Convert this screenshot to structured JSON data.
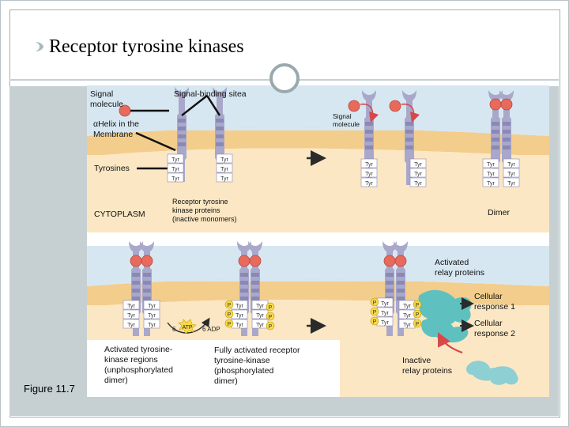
{
  "slide": {
    "title": "Receptor tyrosine kinases",
    "figure_label": "Figure 11.7"
  },
  "top_panel": {
    "signal_molecule_left": [
      "Signal",
      "molecule"
    ],
    "signal_binding_sites": "Signal-binding sitea",
    "helix_label": [
      "αHelix in the",
      "Membrane"
    ],
    "tyrosines": "Tyrosines",
    "cytoplasm": "CYTOPLASM",
    "receptor_label": [
      "Receptor tyrosine",
      "kinase proteins",
      "(inactive monomers)"
    ],
    "signal_molecule_right": [
      "Signal",
      "molecule"
    ],
    "dimer": "Dimer",
    "tyr": "Tyr"
  },
  "bottom_panel": {
    "atp_count": "6",
    "atp": "ATP",
    "adp": "6 ADP",
    "phosphate": "P",
    "activated_regions": [
      "Activated tyrosine-",
      "kinase regions",
      "(unphosphorylated",
      "dimer)"
    ],
    "fully_activated": [
      "Fully activated receptor",
      "tyrosine-kinase",
      "(phosphorylated",
      "dimer)"
    ],
    "activated_relay": [
      "Activated",
      "relay proteins"
    ],
    "response_1": [
      "Cellular",
      "response 1"
    ],
    "response_2": [
      "Cellular",
      "response 2"
    ],
    "inactive_relay": [
      "Inactive",
      "relay proteins"
    ]
  },
  "colors": {
    "panel_extracellular": "#d7e7f1",
    "membrane": "#f3cd8c",
    "cytoplasm": "#fbe7c4",
    "receptor": "#a9a8cb",
    "signal": "#e86a5c",
    "phosphate": "#f7d94a",
    "relay_active": "#5ec1bf",
    "relay_inactive": "#8ecfd3",
    "arrow_red": "#d6484a"
  }
}
